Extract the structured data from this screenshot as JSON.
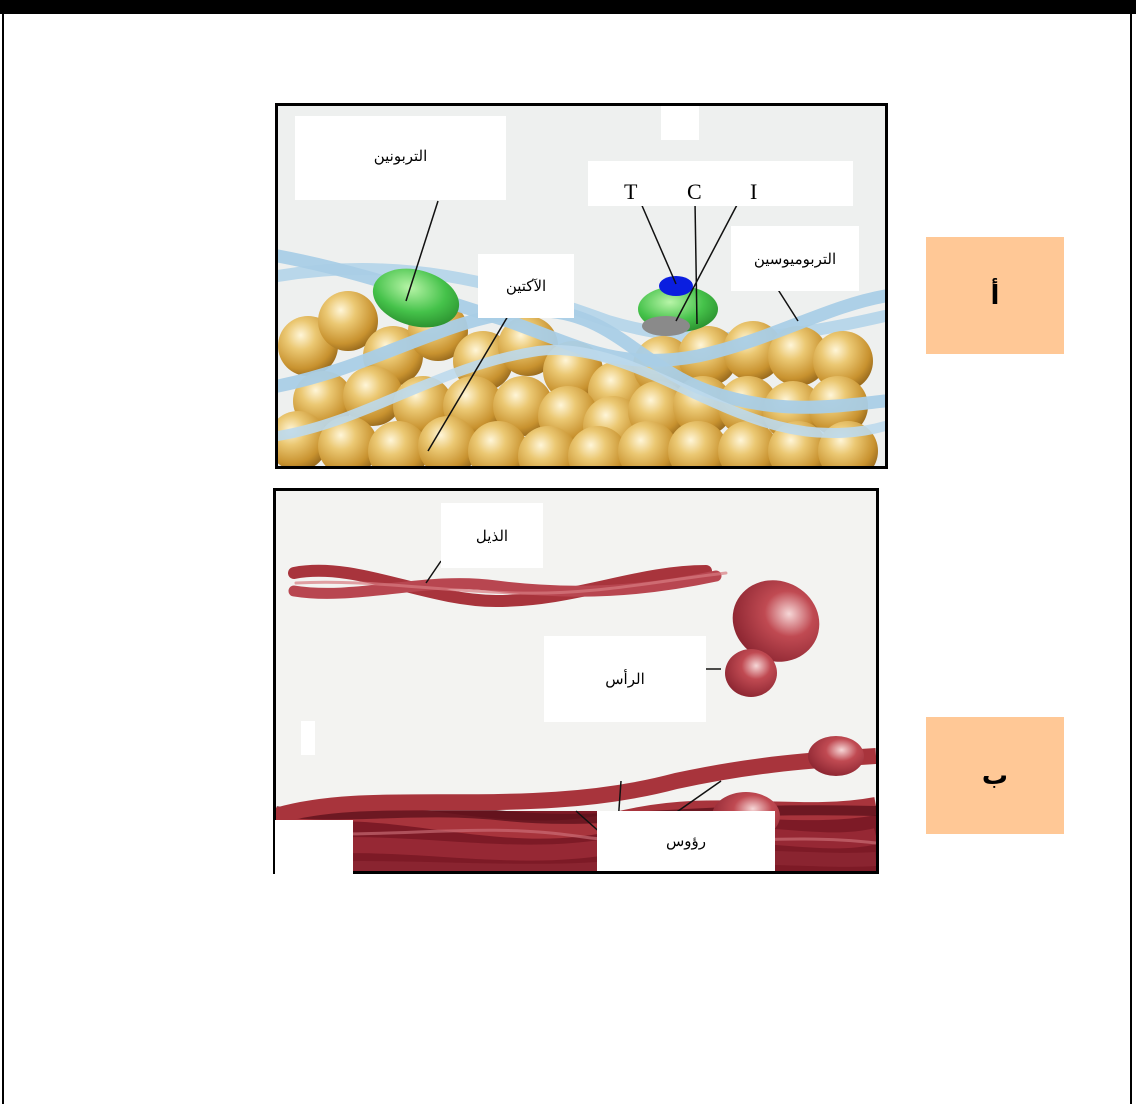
{
  "panel_a": {
    "letter": "أ",
    "labels": {
      "troponin": "التربونين",
      "actin": "الآكتين",
      "tropomyosin": "التربوميوسين"
    },
    "subunits": {
      "t": "T",
      "c": "C",
      "i": "I"
    }
  },
  "panel_b": {
    "letter": "ب",
    "labels": {
      "tail": "الذيل",
      "head": "الرأس",
      "heads": "رؤوس"
    }
  },
  "colors": {
    "actin": "#d7a94a",
    "tropomyosin": "#a9cde6",
    "troponin": "#45c24a",
    "troponin_t": "#0a1ee0",
    "troponin_i": "#8a8a8a",
    "myosin": "#a8343c",
    "letter_box": "#ffc896"
  }
}
